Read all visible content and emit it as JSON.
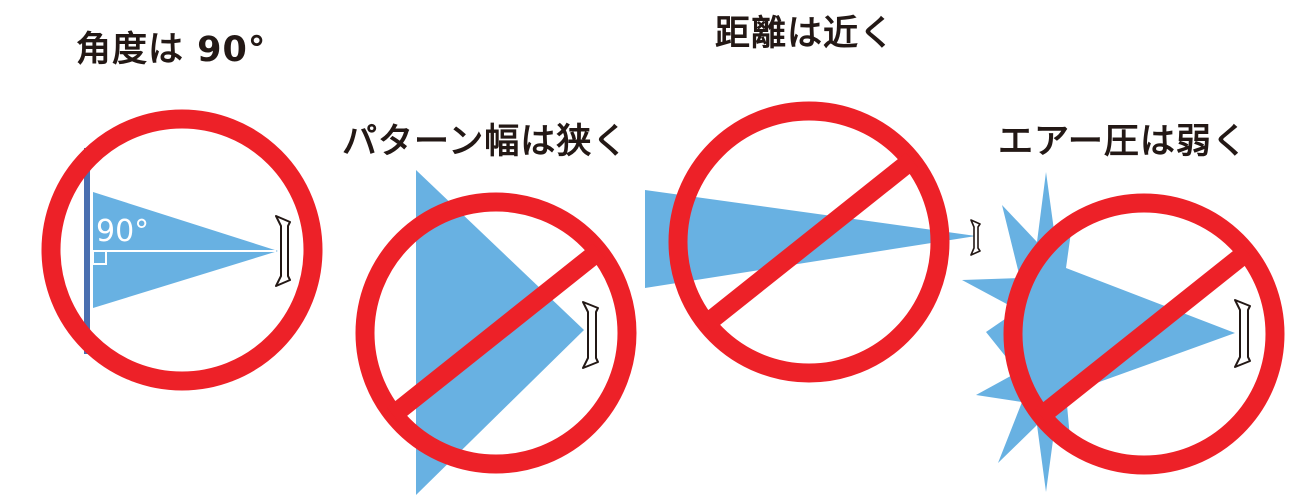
{
  "colors": {
    "prohibit_red": "#ed2128",
    "spray_blue": "#68b1e2",
    "wall_blue": "#4a6fb0",
    "text": "#231815"
  },
  "panels": [
    {
      "id": "angle",
      "label": "角度は 90°",
      "annotation": "90°"
    },
    {
      "id": "pattern",
      "label": "パターン幅は狭く"
    },
    {
      "id": "distance",
      "label": "距離は近く"
    },
    {
      "id": "pressure",
      "label": "エアー圧は弱く"
    }
  ],
  "icons": {
    "prohibit": "prohibition-sign-icon",
    "gun": "spray-gun-nozzle-icon",
    "spray": "spray-fan-icon",
    "wall": "target-surface-icon"
  }
}
